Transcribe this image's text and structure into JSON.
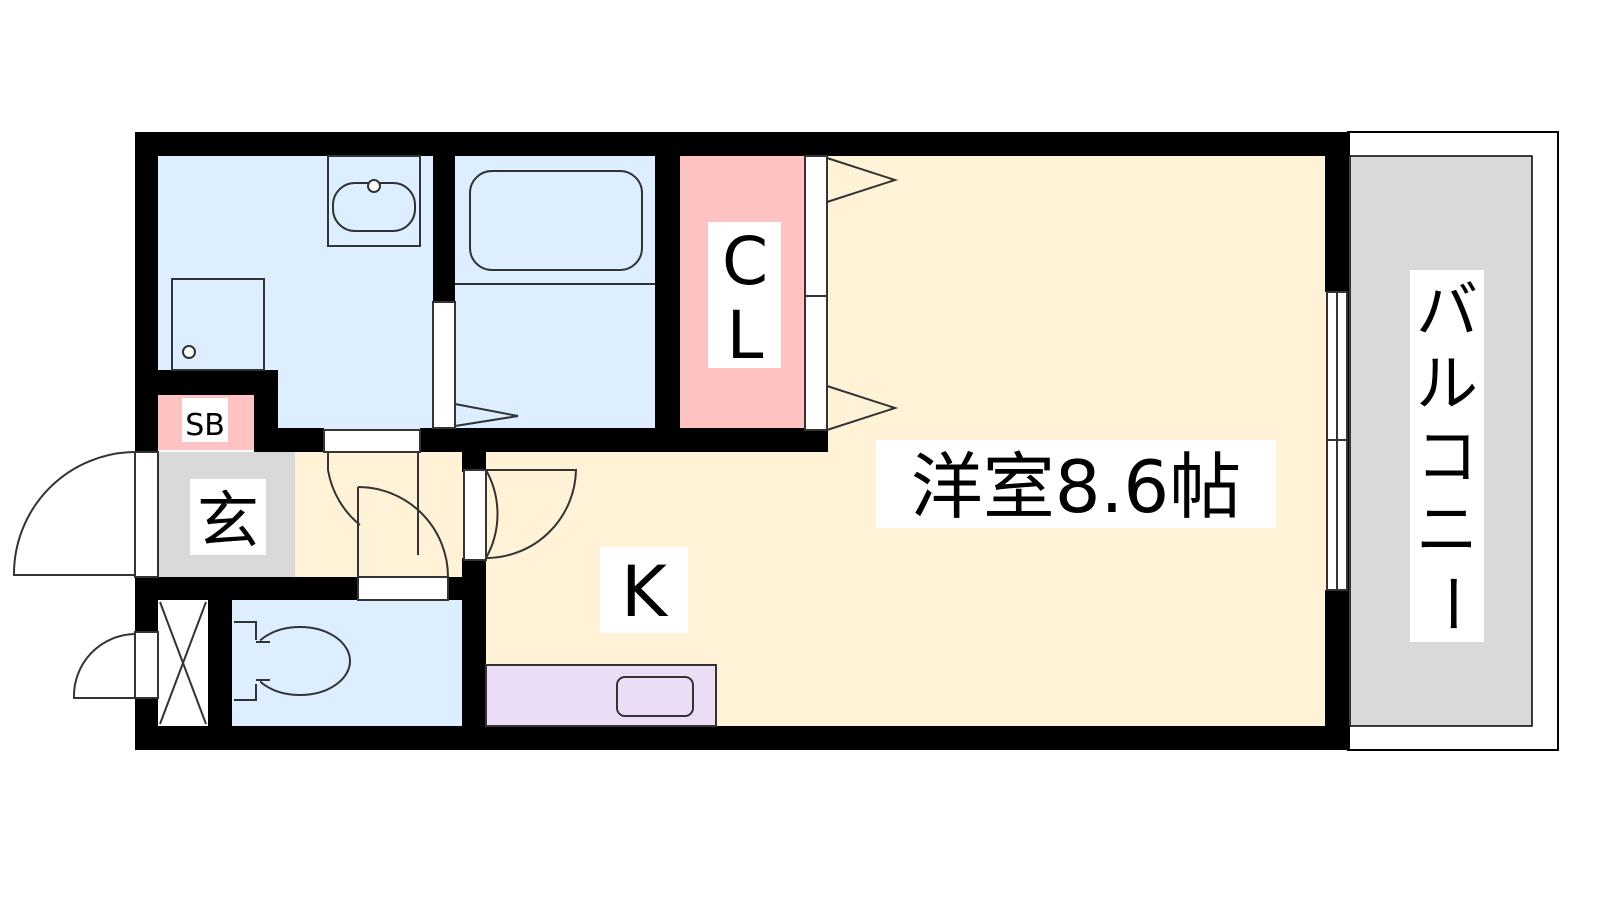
{
  "rooms": {
    "western_room": {
      "label": "洋室8.6帖",
      "color": "#FFF2D6"
    },
    "kitchen": {
      "label": "K"
    },
    "closet": {
      "label_line1": "C",
      "label_line2": "L",
      "color": "#FFC2C2"
    },
    "entrance": {
      "label": "玄",
      "color": "#D9D9D9"
    },
    "shoe_box": {
      "label": "SB",
      "color": "#FFC2C2"
    },
    "balcony": {
      "label": "バルコニー",
      "color": "#D9D9D9"
    },
    "wet_area": {
      "color": "#DCEEFF"
    },
    "kitchen_counter": {
      "color": "#EBDDF6"
    }
  },
  "colors": {
    "wall": "#000000",
    "fixture_line": "#333333"
  }
}
